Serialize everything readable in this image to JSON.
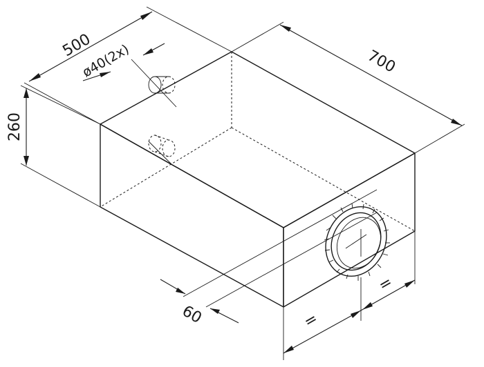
{
  "dimensions": {
    "width_label": "500",
    "length_label": "700",
    "height_label": "260",
    "pipe_label": "ø40(2x)",
    "offset_label": "60",
    "equal_left_label": "=",
    "equal_right_label": "="
  }
}
